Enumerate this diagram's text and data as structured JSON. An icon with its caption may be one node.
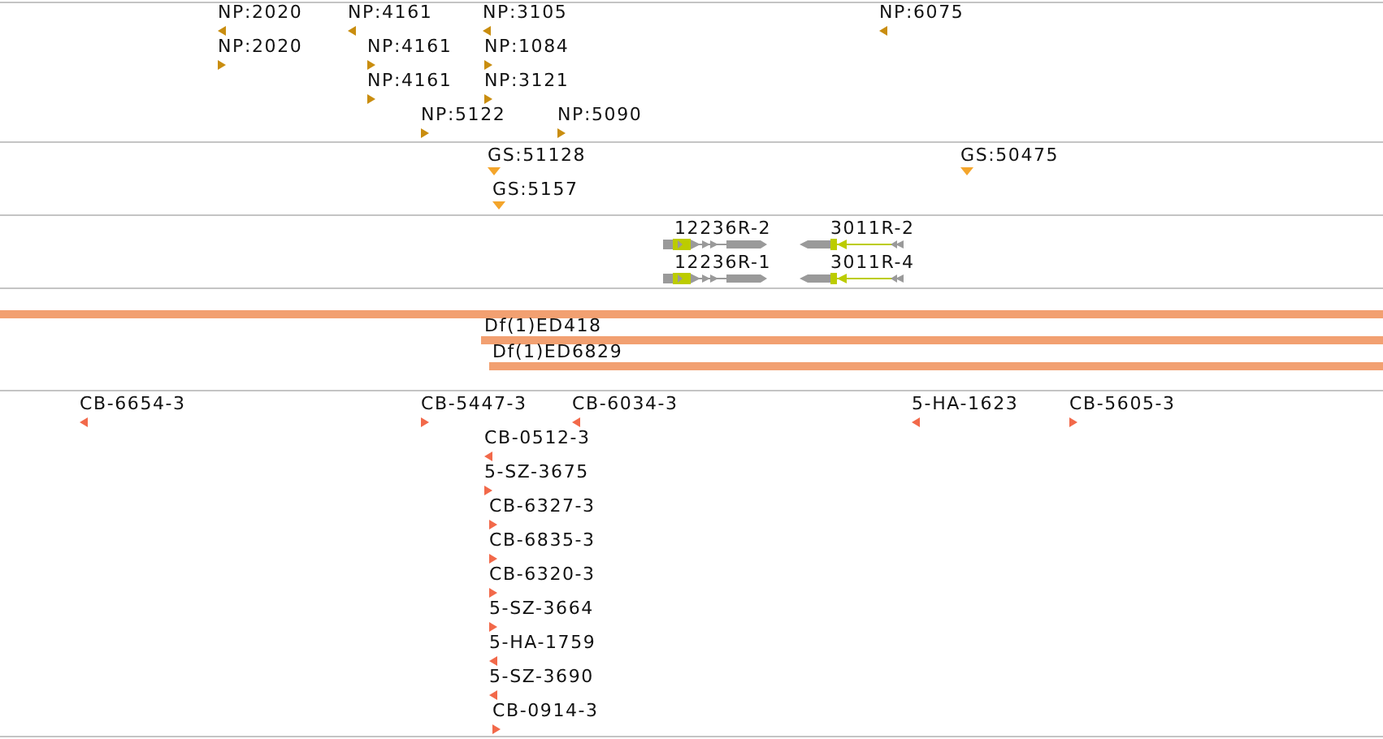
{
  "diagram": {
    "labels": [
      "NP:2020",
      "NP:4161",
      "NP:3105",
      "NP:6075",
      "NP:2020",
      "NP:4161",
      "NP:1084",
      "NP:4161",
      "NP:3121",
      "NP:5122",
      "NP:5090",
      "GS:51128",
      "GS:50475",
      "GS:5157",
      "12236R-2",
      "3011R-2",
      "12236R-1",
      "3011R-4",
      "Df(1)ED418",
      "Df(1)ED6829",
      "CB-6654-3",
      "CB-5447-3",
      "CB-6034-3",
      "5-HA-1623",
      "CB-5605-3",
      "CB-0512-3",
      "5-SZ-3675",
      "CB-6327-3",
      "CB-6835-3",
      "CB-6320-3",
      "5-SZ-3664",
      "5-HA-1759",
      "5-SZ-3690",
      "CB-0914-3"
    ]
  }
}
